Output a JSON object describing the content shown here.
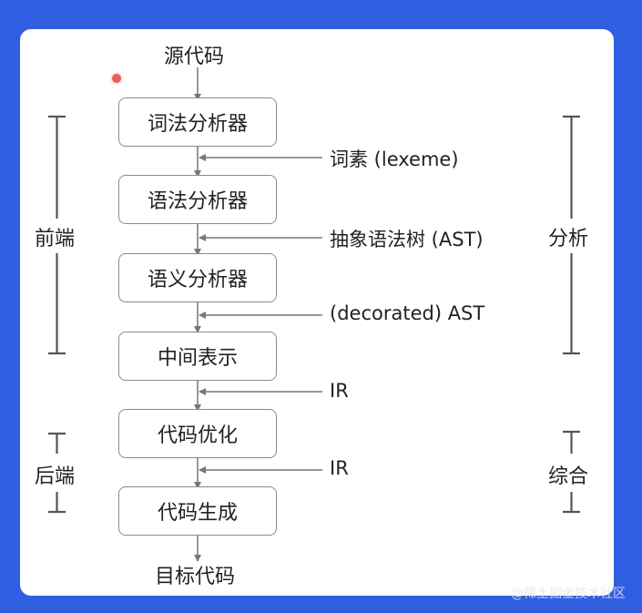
{
  "source_label": "源代码",
  "target_label": "目标代码",
  "stages": [
    {
      "label": "词法分析器"
    },
    {
      "label": "语法分析器"
    },
    {
      "label": "语义分析器"
    },
    {
      "label": "中间表示"
    },
    {
      "label": "代码优化"
    },
    {
      "label": "代码生成"
    }
  ],
  "annotations": [
    {
      "text": "词素 (lexeme)"
    },
    {
      "text": "抽象语法树 (AST)"
    },
    {
      "text": "(decorated) AST"
    },
    {
      "text": "IR"
    },
    {
      "text": "IR"
    }
  ],
  "left_groups": [
    {
      "label": "前端"
    },
    {
      "label": "后端"
    }
  ],
  "right_groups": [
    {
      "label": "分析"
    },
    {
      "label": "综合"
    }
  ],
  "watermark": "@稀土掘金技术社区"
}
